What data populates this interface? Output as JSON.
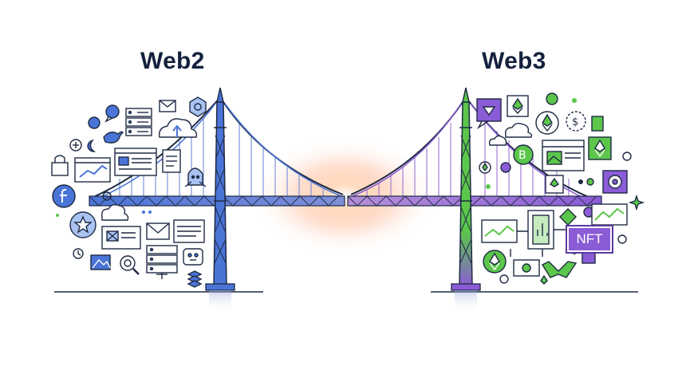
{
  "headings": {
    "left": "Web2",
    "right": "Web3"
  },
  "badge": {
    "nft": "NFT"
  },
  "colors": {
    "web2_primary": "#4a74d6",
    "web2_light": "#a9c2f2",
    "web3_green": "#5cc64a",
    "web3_purple": "#8a5cd6",
    "outline": "#1e2a44",
    "glow": "#ff9966"
  },
  "icons": {
    "web2": [
      "chat-bubble-icon",
      "bird-icon",
      "server-icon",
      "mail-icon",
      "shield-icon",
      "cloud-upload-icon",
      "plus-icon",
      "moon-icon",
      "lock-icon",
      "browser-chart-icon",
      "document-icon",
      "facebook-icon",
      "mascot-icon",
      "star-badge-icon",
      "cloud-icon",
      "image-card-icon",
      "envelope-icon",
      "text-card-icon",
      "server-rack-icon",
      "robot-icon",
      "photo-icon",
      "search-icon",
      "stack-icon",
      "clock-icon"
    ],
    "web3": [
      "token-chat-icon",
      "ethereum-icon",
      "gear-dollar-icon",
      "ethereum-coin-icon",
      "cloud-icon",
      "bitcoin-icon",
      "browser-chart-icon",
      "ethereum-chat-icon",
      "wallet-icon",
      "stocks-icon",
      "phone-chart-icon",
      "nft-badge-icon",
      "handshake-icon",
      "coin-icon",
      "cash-icon",
      "sparkle-icon",
      "code-icon"
    ]
  }
}
